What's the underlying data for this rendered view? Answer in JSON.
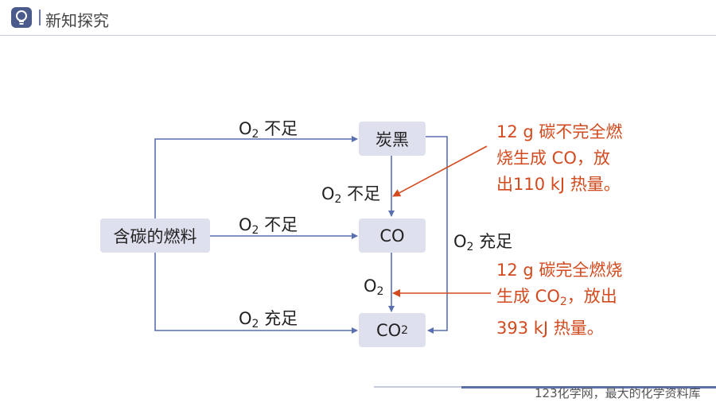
{
  "header": {
    "section_title": "新知探究",
    "icon": "lightbulb-icon"
  },
  "diagram": {
    "nodes": {
      "fuel": "含碳的燃料",
      "carbon_black": "炭黑",
      "co": "CO",
      "co2_base": "CO",
      "co2_sub": "2"
    },
    "labels": {
      "top_o": "O",
      "top_sub": "2",
      "top_text": " 不足",
      "mid_o": "O",
      "mid_sub": "2",
      "mid_text": " 不足",
      "vert1_o": "O",
      "vert1_sub": "2",
      "vert1_text": " 不足",
      "vert2_o": "O",
      "vert2_sub": "2",
      "bottom_o": "O",
      "bottom_sub": "2",
      "bottom_text": " 充足",
      "right_o": "O",
      "right_sub": "2",
      "right_text": " 充足"
    },
    "notes": {
      "note1_line1": "12 g 碳不完全燃",
      "note1_line2": "烧生成  CO，放",
      "note1_line3": "出110 kJ 热量。",
      "note2_line1": "12 g 碳完全燃烧",
      "note2_line2a": "生成 CO",
      "note2_line2sub": "2",
      "note2_line2b": "，放出",
      "note2_line3": "393 kJ 热量。"
    },
    "colors": {
      "line": "#5a6fb0",
      "note": "#d24a1e",
      "node_fill": "#dfe0ee"
    }
  },
  "footer": {
    "text": "123化学网，最大的化学资料库"
  }
}
